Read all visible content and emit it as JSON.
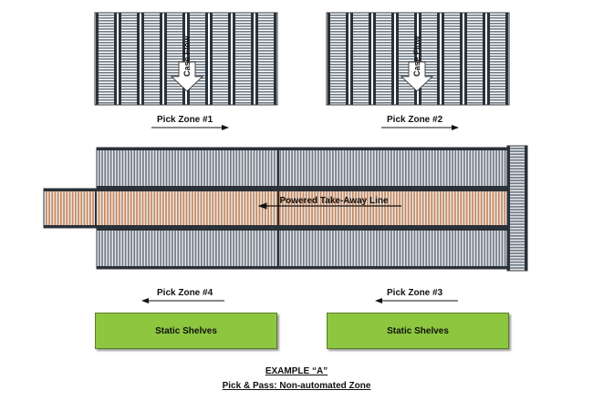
{
  "zones": {
    "pick_zone_1": "Pick Zone #1",
    "pick_zone_2": "Pick Zone #2",
    "pick_zone_3": "Pick Zone #3",
    "pick_zone_4": "Pick Zone #4"
  },
  "flow_labels": {
    "left": "Case Flow",
    "right": "Case Flow"
  },
  "takeaway_label": "Powered Take-Away Line",
  "shelves": {
    "left": "Static Shelves",
    "right": "Static Shelves"
  },
  "caption": {
    "title": "EXAMPLE “A”",
    "subtitle": "Pick & Pass: Non-automated Zone"
  },
  "colors": {
    "conveyor_gray": "#707b86",
    "conveyor_dark": "#2b3138",
    "roller_orange": "#c8875a",
    "shelf_green": "#8dc63f"
  }
}
